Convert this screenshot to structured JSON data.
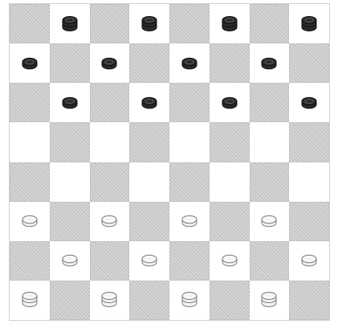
{
  "board": {
    "size": 8,
    "squares": [
      [
        "dark",
        "light",
        "dark",
        "light",
        "dark",
        "light",
        "dark",
        "light"
      ],
      [
        "light",
        "dark",
        "light",
        "dark",
        "light",
        "dark",
        "light",
        "dark"
      ],
      [
        "dark",
        "light",
        "dark",
        "light",
        "dark",
        "light",
        "dark",
        "light"
      ],
      [
        "light",
        "dark",
        "light",
        "dark",
        "light",
        "dark",
        "light",
        "dark"
      ],
      [
        "dark",
        "light",
        "dark",
        "light",
        "dark",
        "light",
        "dark",
        "light"
      ],
      [
        "light",
        "dark",
        "light",
        "dark",
        "light",
        "dark",
        "light",
        "dark"
      ],
      [
        "dark",
        "light",
        "dark",
        "light",
        "dark",
        "light",
        "dark",
        "light"
      ],
      [
        "light",
        "dark",
        "light",
        "dark",
        "light",
        "dark",
        "light",
        "dark"
      ]
    ],
    "pieces": [
      [
        null,
        "black-stack",
        null,
        "black-stack",
        null,
        "black-stack",
        null,
        "black-stack"
      ],
      [
        "black-flat",
        null,
        "black-flat",
        null,
        "black-flat",
        null,
        "black-flat",
        null
      ],
      [
        null,
        "black-flat",
        null,
        "black-flat",
        null,
        "black-flat",
        null,
        "black-flat"
      ],
      [
        null,
        null,
        null,
        null,
        null,
        null,
        null,
        null
      ],
      [
        null,
        null,
        null,
        null,
        null,
        null,
        null,
        null
      ],
      [
        "white-flat",
        null,
        "white-flat",
        null,
        "white-flat",
        null,
        "white-flat",
        null
      ],
      [
        null,
        "white-flat",
        null,
        "white-flat",
        null,
        "white-flat",
        null,
        "white-flat"
      ],
      [
        "white-stack",
        null,
        "white-stack",
        null,
        "white-stack",
        null,
        "white-stack",
        null
      ]
    ]
  },
  "colors": {
    "dark_square": "#cfcfcf",
    "light_square": "#ffffff",
    "black_piece": "#2b2b2b",
    "black_piece_highlight": "#5a5a5a",
    "white_piece": "#f3f3f3",
    "white_piece_stroke": "#7a7a7a"
  },
  "icons": {
    "black-stack": "black-stacked-checker-icon",
    "black-flat": "black-checker-icon",
    "white-stack": "white-stacked-checker-icon",
    "white-flat": "white-checker-icon"
  }
}
